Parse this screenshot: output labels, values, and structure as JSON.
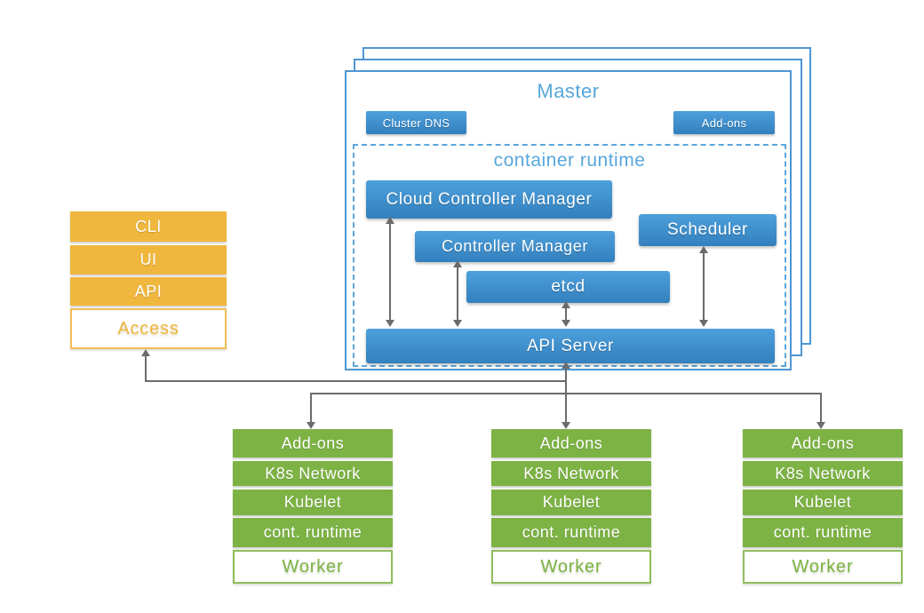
{
  "master": {
    "title": "Master",
    "cluster_dns_label": "Cluster DNS",
    "addons_label": "Add-ons",
    "container_runtime_label": "container runtime",
    "cloud_controller_manager_label": "Cloud Controller Manager",
    "controller_manager_label": "Controller Manager",
    "scheduler_label": "Scheduler",
    "etcd_label": "etcd",
    "api_server_label": "API Server"
  },
  "access": {
    "items": [
      "CLI",
      "UI",
      "API"
    ],
    "base_label": "Access"
  },
  "worker": {
    "rows": [
      "Add-ons",
      "K8s Network",
      "Kubelet",
      "cont. runtime"
    ],
    "base_label": "Worker"
  },
  "colors": {
    "blue_gradient_top": "#4DA0DD",
    "blue_gradient_bottom": "#3380BD",
    "blue_border": "#4E96D3",
    "blue_text": "#58A7DB",
    "orange": "#EFB73E",
    "green": "#7DB344",
    "arrow_gray": "#6B6B6B",
    "background": "#FFFFFF"
  }
}
